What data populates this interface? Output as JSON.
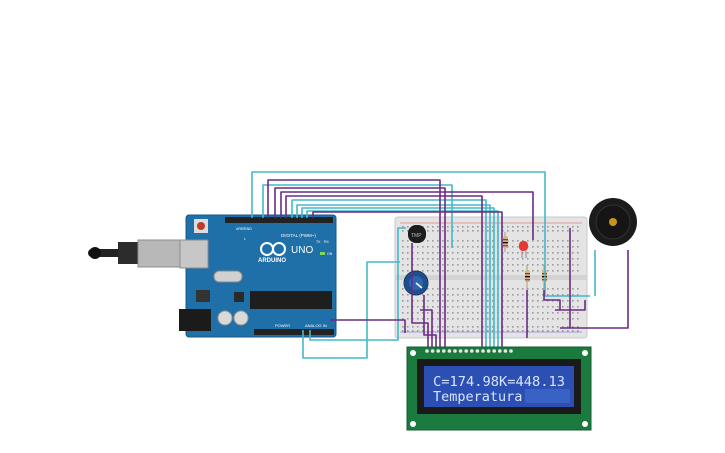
{
  "arduino": {
    "brand": "ARDUINO",
    "model": "UNO",
    "digital_label": "DIGITAL (PWM~)",
    "power_label": "POWER",
    "analog_label": "ANALOG IN",
    "aref_label": "AREF",
    "gnd_label": "GND",
    "on_label": "ON",
    "tx_label": "TX",
    "rx_label": "RX",
    "l_label": "L"
  },
  "lcd": {
    "line1": "C=174.98K=448.13",
    "line2": "Temperatura"
  },
  "sensor": {
    "label": "TMP"
  },
  "colors": {
    "wire_purple": "#6a2c82",
    "wire_cyan": "#45b8c8",
    "arduino_blue": "#1f6fa8",
    "lcd_green": "#1b7a3e",
    "lcd_screen": "#2b4fb2",
    "lcd_text": "#d8e4ff",
    "breadboard": "#e4e4e4"
  }
}
